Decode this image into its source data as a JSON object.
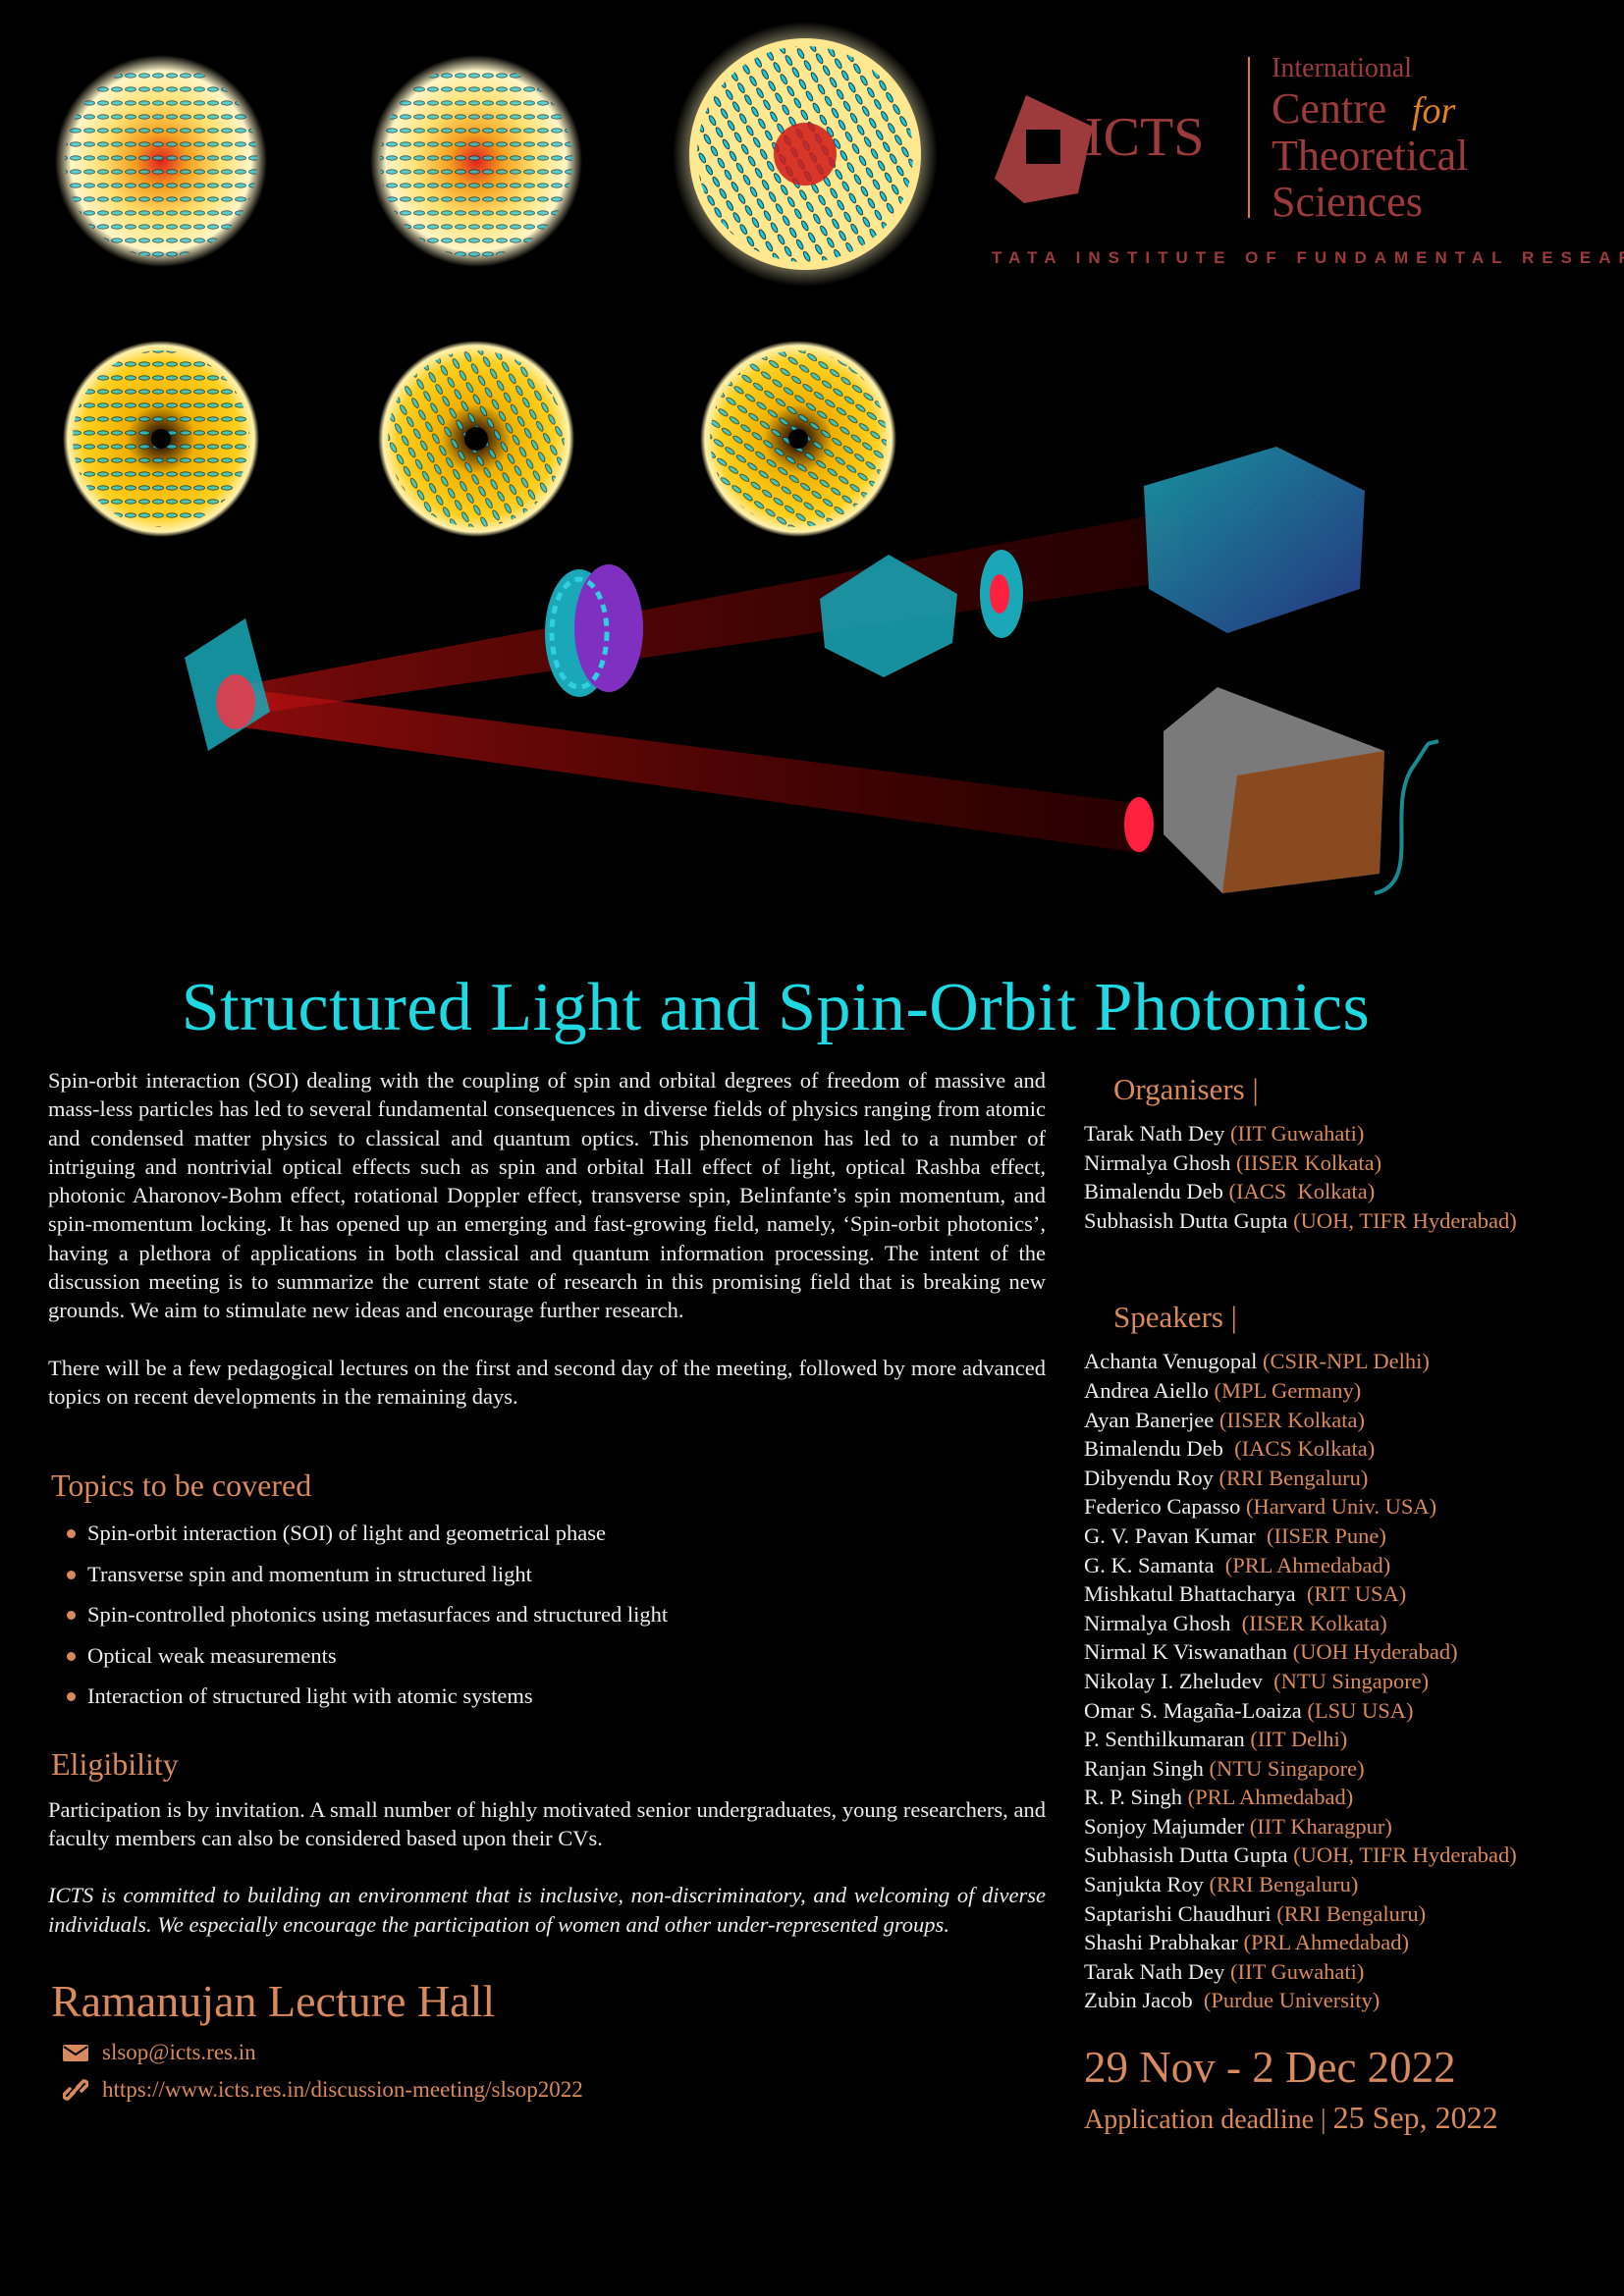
{
  "logo": {
    "acronym": "ICTS",
    "line1": "International",
    "line2a": "Centre",
    "line2b": "for",
    "line3": "Theoretical",
    "line4": "Sciences",
    "parent": "TATA INSTITUTE OF FUNDAMENTAL RESEARCH"
  },
  "title": "Structured Light and Spin-Orbit Photonics",
  "intro": [
    "Spin-orbit interaction (SOI) dealing with the coupling of spin and orbital degrees of freedom of massive and mass-less particles has led to several fundamental consequences in diverse fields of physics ranging from atomic and condensed matter physics to classical and quantum optics. This phenomenon has led to a number of intriguing and nontrivial optical effects such as spin and orbital Hall effect of light, optical Rashba effect, photonic Aharonov-Bohm effect, rotational Doppler effect, transverse spin, Belinfante’s spin momentum, and spin-momentum locking. It has opened up an emerging and fast-growing field, namely, ‘Spin-orbit photonics’, having a plethora of applications in both classical and quantum information processing. The intent of the discussion meeting is to summarize the current state of research in this promising field that is breaking new grounds. We aim to stimulate new ideas and encourage further research.",
    "There will be a few pedagogical lectures on the first and second day of the meeting, followed by more advanced topics on recent developments in the remaining days."
  ],
  "topics": {
    "heading": "Topics to be covered",
    "items": [
      "Spin-orbit interaction (SOI) of light and geometrical phase",
      "Transverse spin and momentum in structured light",
      "Spin-controlled photonics using metasurfaces and structured light",
      "Optical weak measurements",
      "Interaction of structured light with atomic systems"
    ]
  },
  "eligibility": {
    "heading": "Eligibility",
    "text": "Participation is by invitation. A small number of highly motivated senior undergraduates, young researchers, and faculty members can also be considered based upon their CVs.",
    "inclusion": "ICTS is committed to building an environment that is inclusive, non-discriminatory, and welcoming of diverse individuals. We especially encourage the participation of women and other under-represented groups."
  },
  "venue": "Ramanujan Lecture Hall",
  "contact": {
    "email": "slsop@icts.res.in",
    "url": "https://www.icts.res.in/discussion-meeting/slsop2022"
  },
  "organisers": {
    "heading": "Organisers |",
    "people": [
      {
        "name": "Tarak Nath Dey",
        "affil": "(IIT Guwahati)"
      },
      {
        "name": "Nirmalya Ghosh",
        "affil": "(IISER Kolkata)"
      },
      {
        "name": "Bimalendu Deb",
        "affil": "(IACS  Kolkata)"
      },
      {
        "name": "Subhasish Dutta Gupta",
        "affil": "(UOH, TIFR Hyderabad)"
      }
    ]
  },
  "speakers": {
    "heading": "Speakers |",
    "people": [
      {
        "name": "Achanta Venugopal",
        "affil": "(CSIR-NPL Delhi)"
      },
      {
        "name": "Andrea Aiello",
        "affil": "(MPL Germany)"
      },
      {
        "name": "Ayan Banerjee",
        "affil": "(IISER Kolkata)"
      },
      {
        "name": "Bimalendu Deb ",
        "affil": "(IACS Kolkata)"
      },
      {
        "name": "Dibyendu Roy",
        "affil": "(RRI Bengaluru)"
      },
      {
        "name": "Federico Capasso",
        "affil": "(Harvard Univ. USA)"
      },
      {
        "name": "G. V. Pavan Kumar ",
        "affil": "(IISER Pune)"
      },
      {
        "name": "G. K. Samanta ",
        "affil": "(PRL Ahmedabad)"
      },
      {
        "name": "Mishkatul Bhattacharya ",
        "affil": "(RIT USA)"
      },
      {
        "name": "Nirmalya Ghosh ",
        "affil": "(IISER Kolkata)"
      },
      {
        "name": "Nirmal K Viswanathan",
        "affil": "(UOH Hyderabad)"
      },
      {
        "name": "Nikolay I. Zheludev ",
        "affil": "(NTU Singapore)"
      },
      {
        "name": "Omar S. Magaña-Loaiza",
        "affil": "(LSU USA)"
      },
      {
        "name": "P. Senthilkumaran",
        "affil": "(IIT Delhi)"
      },
      {
        "name": "Ranjan Singh",
        "affil": "(NTU Singapore)"
      },
      {
        "name": "R. P. Singh",
        "affil": "(PRL Ahmedabad)"
      },
      {
        "name": "Sonjoy Majumder",
        "affil": "(IIT Kharagpur)"
      },
      {
        "name": "Subhasish Dutta Gupta",
        "affil": "(UOH, TIFR Hyderabad)"
      },
      {
        "name": "Sanjukta Roy",
        "affil": "(RRI Bengaluru)"
      },
      {
        "name": "Saptarishi Chaudhuri",
        "affil": "(RRI Bengaluru)"
      },
      {
        "name": "Shashi Prabhakar",
        "affil": "(PRL Ahmedabad)"
      },
      {
        "name": "Tarak Nath Dey",
        "affil": "(IIT Guwahati)"
      },
      {
        "name": "Zubin Jacob ",
        "affil": "(Purdue University)"
      }
    ]
  },
  "dates": "29 Nov - 2 Dec 2022",
  "deadline": {
    "label": "Application deadline |",
    "date": "25 Sep, 2022"
  }
}
